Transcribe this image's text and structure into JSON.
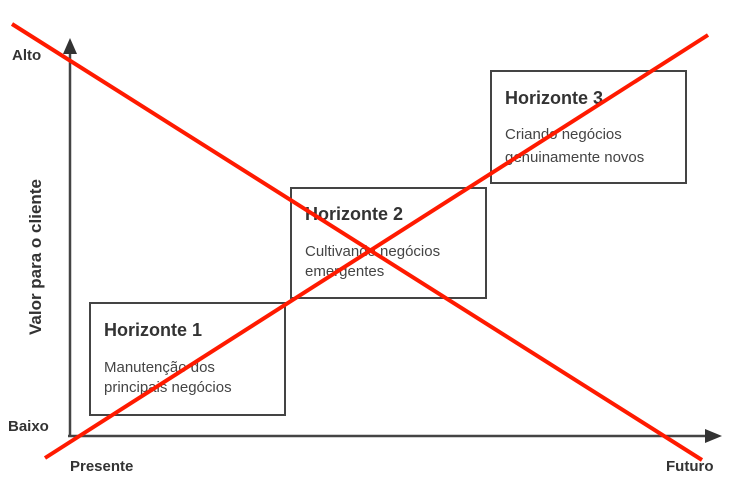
{
  "axes": {
    "y_label": "Valor para o cliente",
    "y_high": "Alto",
    "y_low": "Baixo",
    "x_start": "Presente",
    "x_end": "Futuro"
  },
  "horizons": [
    {
      "title": "Horizonte 1",
      "line1": "Manutenção dos",
      "line2": "principais negócios"
    },
    {
      "title": "Horizonte 2",
      "line1": "Cultivando negócios",
      "line2": "emergentes"
    },
    {
      "title": "Horizonte 3",
      "line1": "Criando negócios",
      "line2": "genuinamente novos"
    }
  ],
  "colors": {
    "cross": "#ff1a00",
    "ink": "#444444"
  }
}
